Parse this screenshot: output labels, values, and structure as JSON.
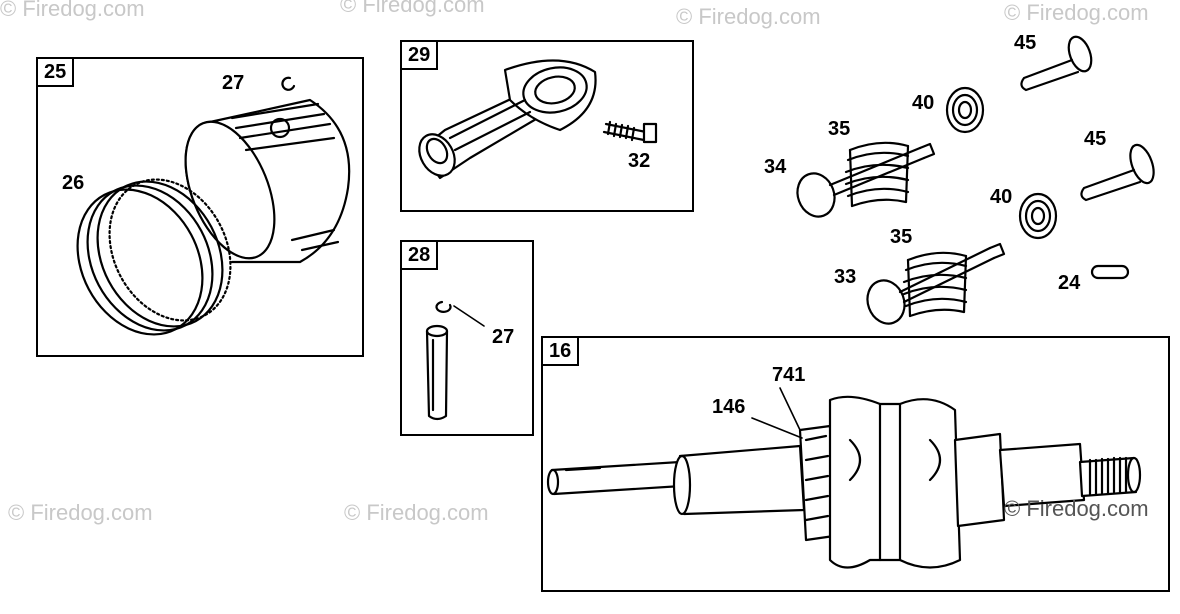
{
  "watermark": "© Firedog.com",
  "panels": {
    "p25": {
      "tag": "25"
    },
    "p29": {
      "tag": "29"
    },
    "p28": {
      "tag": "28"
    },
    "p16": {
      "tag": "16"
    }
  },
  "callouts": {
    "c27a": "27",
    "c26": "26",
    "c32": "32",
    "c27b": "27",
    "c45a": "45",
    "c40a": "40",
    "c35a": "35",
    "c34": "34",
    "c45b": "45",
    "c40b": "40",
    "c35b": "35",
    "c33": "33",
    "c24": "24",
    "c741": "741",
    "c146": "146"
  }
}
